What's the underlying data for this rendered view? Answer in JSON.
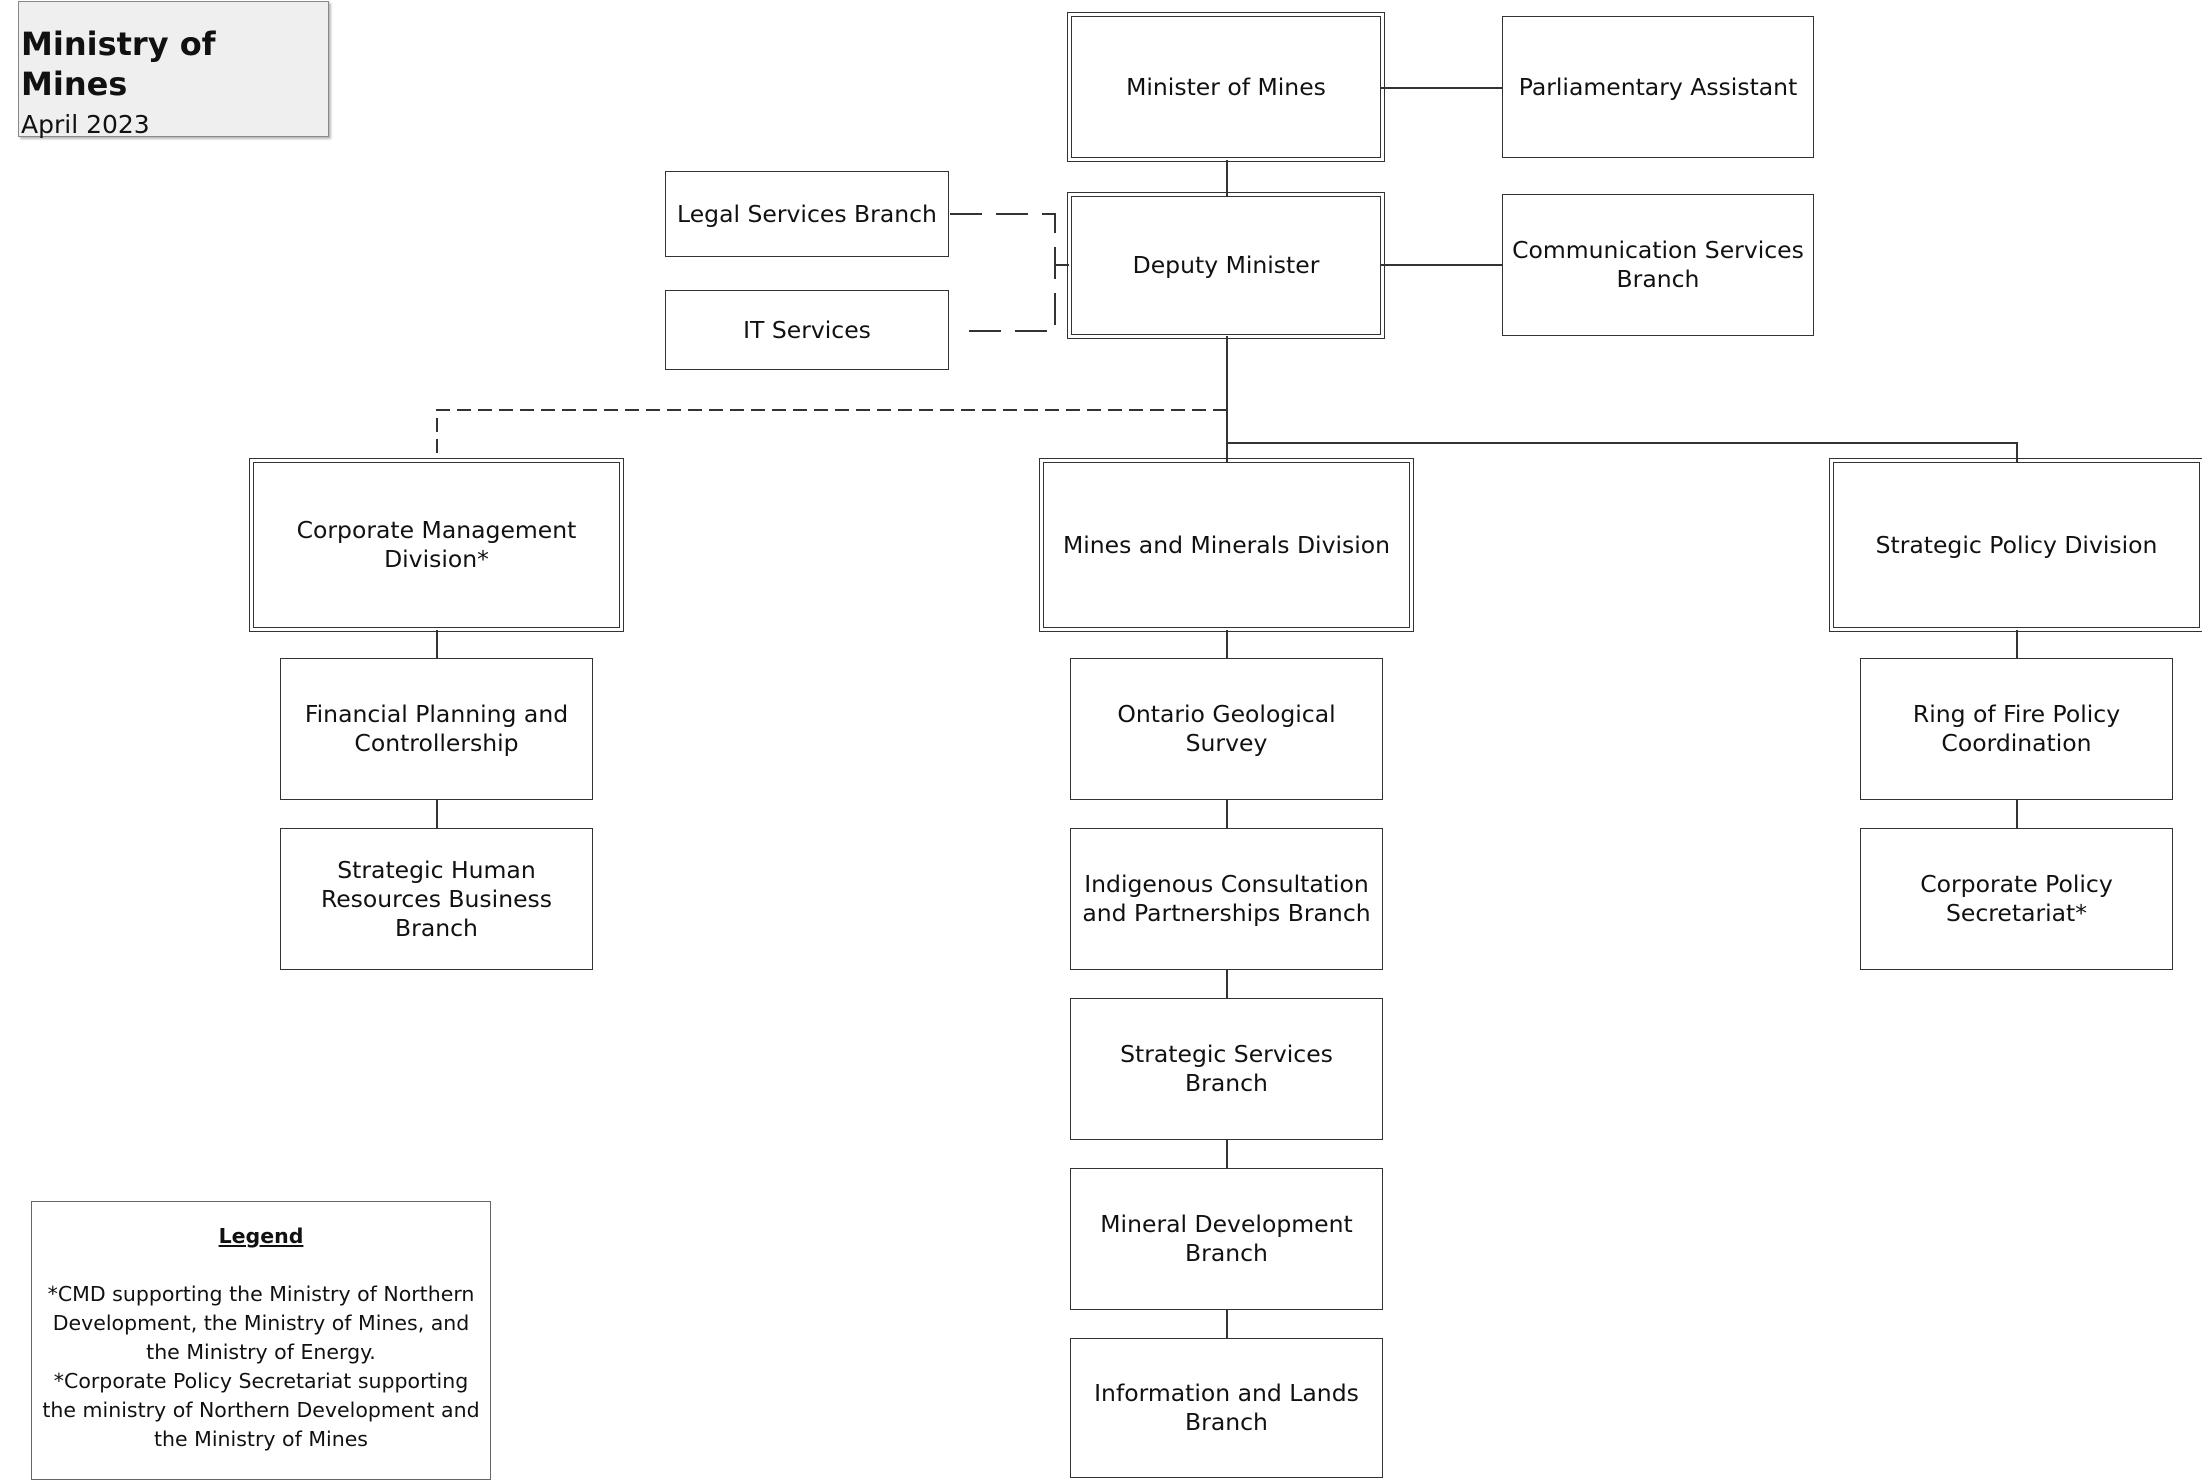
{
  "header": {
    "title": "Ministry of Mines",
    "date": "April 2023"
  },
  "nodes": {
    "minister": "Minister of Mines",
    "parliamentary_assistant": "Parliamentary Assistant",
    "legal_services": "Legal Services Branch",
    "deputy_minister": "Deputy Minister",
    "communication_services": "Communication Services Branch",
    "it_services": "IT Services",
    "corporate_management": "Corporate Management Division*",
    "mines_minerals": "Mines and Minerals Division",
    "strategic_policy": "Strategic Policy Division",
    "financial_planning": "Financial Planning and Controllership",
    "strategic_hr": "Strategic Human Resources Business Branch",
    "ontario_geological": "Ontario Geological Survey",
    "indigenous_consultation": "Indigenous Consultation and Partnerships Branch",
    "strategic_services": "Strategic Services Branch",
    "mineral_development": "Mineral Development Branch",
    "information_lands": "Information and Lands Branch",
    "ring_of_fire": "Ring of Fire Policy Coordination",
    "corporate_policy": "Corporate Policy Secretariat*"
  },
  "legend": {
    "title": "Legend",
    "note1": "*CMD supporting the Ministry of Northern Development, the Ministry of Mines, and the Ministry of Energy.",
    "note2": "*Corporate Policy Secretariat supporting the ministry of Northern Development and the Ministry of Mines"
  },
  "colors": {
    "line": "#333333",
    "title_bg": "#efefef"
  }
}
